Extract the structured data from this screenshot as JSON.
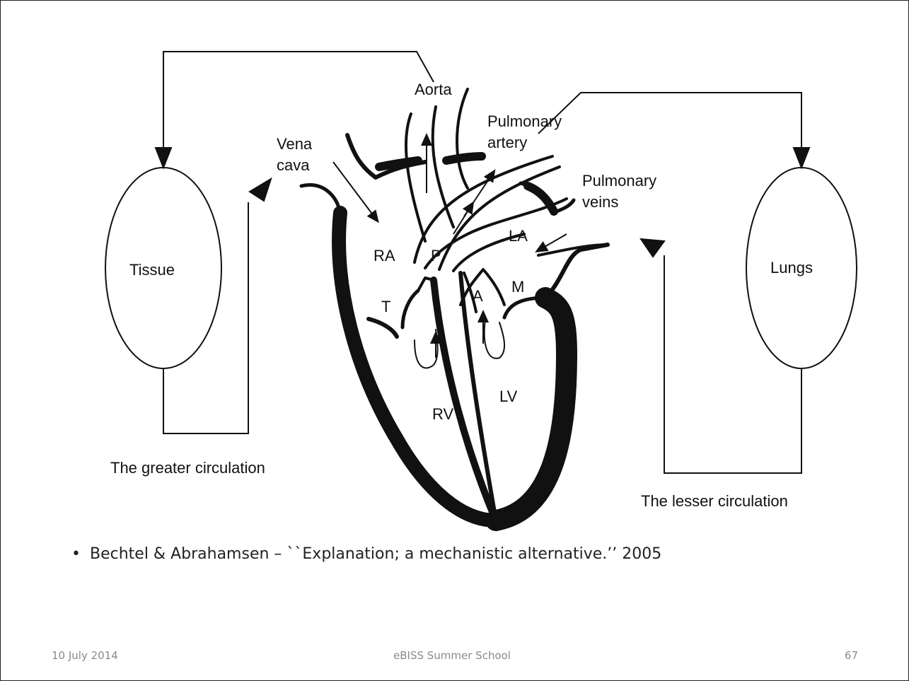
{
  "diagram": {
    "labels": {
      "aorta": "Aorta",
      "vena_cava_1": "Vena",
      "vena_cava_2": "cava",
      "pulmonary_artery_1": "Pulmonary",
      "pulmonary_artery_2": "artery",
      "pulmonary_veins_1": "Pulmonary",
      "pulmonary_veins_2": "veins",
      "tissue": "Tissue",
      "lungs": "Lungs",
      "ra": "RA",
      "la": "LA",
      "p": "P",
      "t": "T",
      "a": "A",
      "m": "M",
      "rv": "RV",
      "lv": "LV",
      "greater_circulation": "The greater circulation",
      "lesser_circulation": "The lesser circulation"
    }
  },
  "bullet": {
    "symbol": "•",
    "text": "Bechtel & Abrahamsen – ``Explanation; a mechanistic alternative.’’ 2005"
  },
  "footer": {
    "date": "10 July 2014",
    "center": "eBISS Summer School",
    "page": "67"
  }
}
